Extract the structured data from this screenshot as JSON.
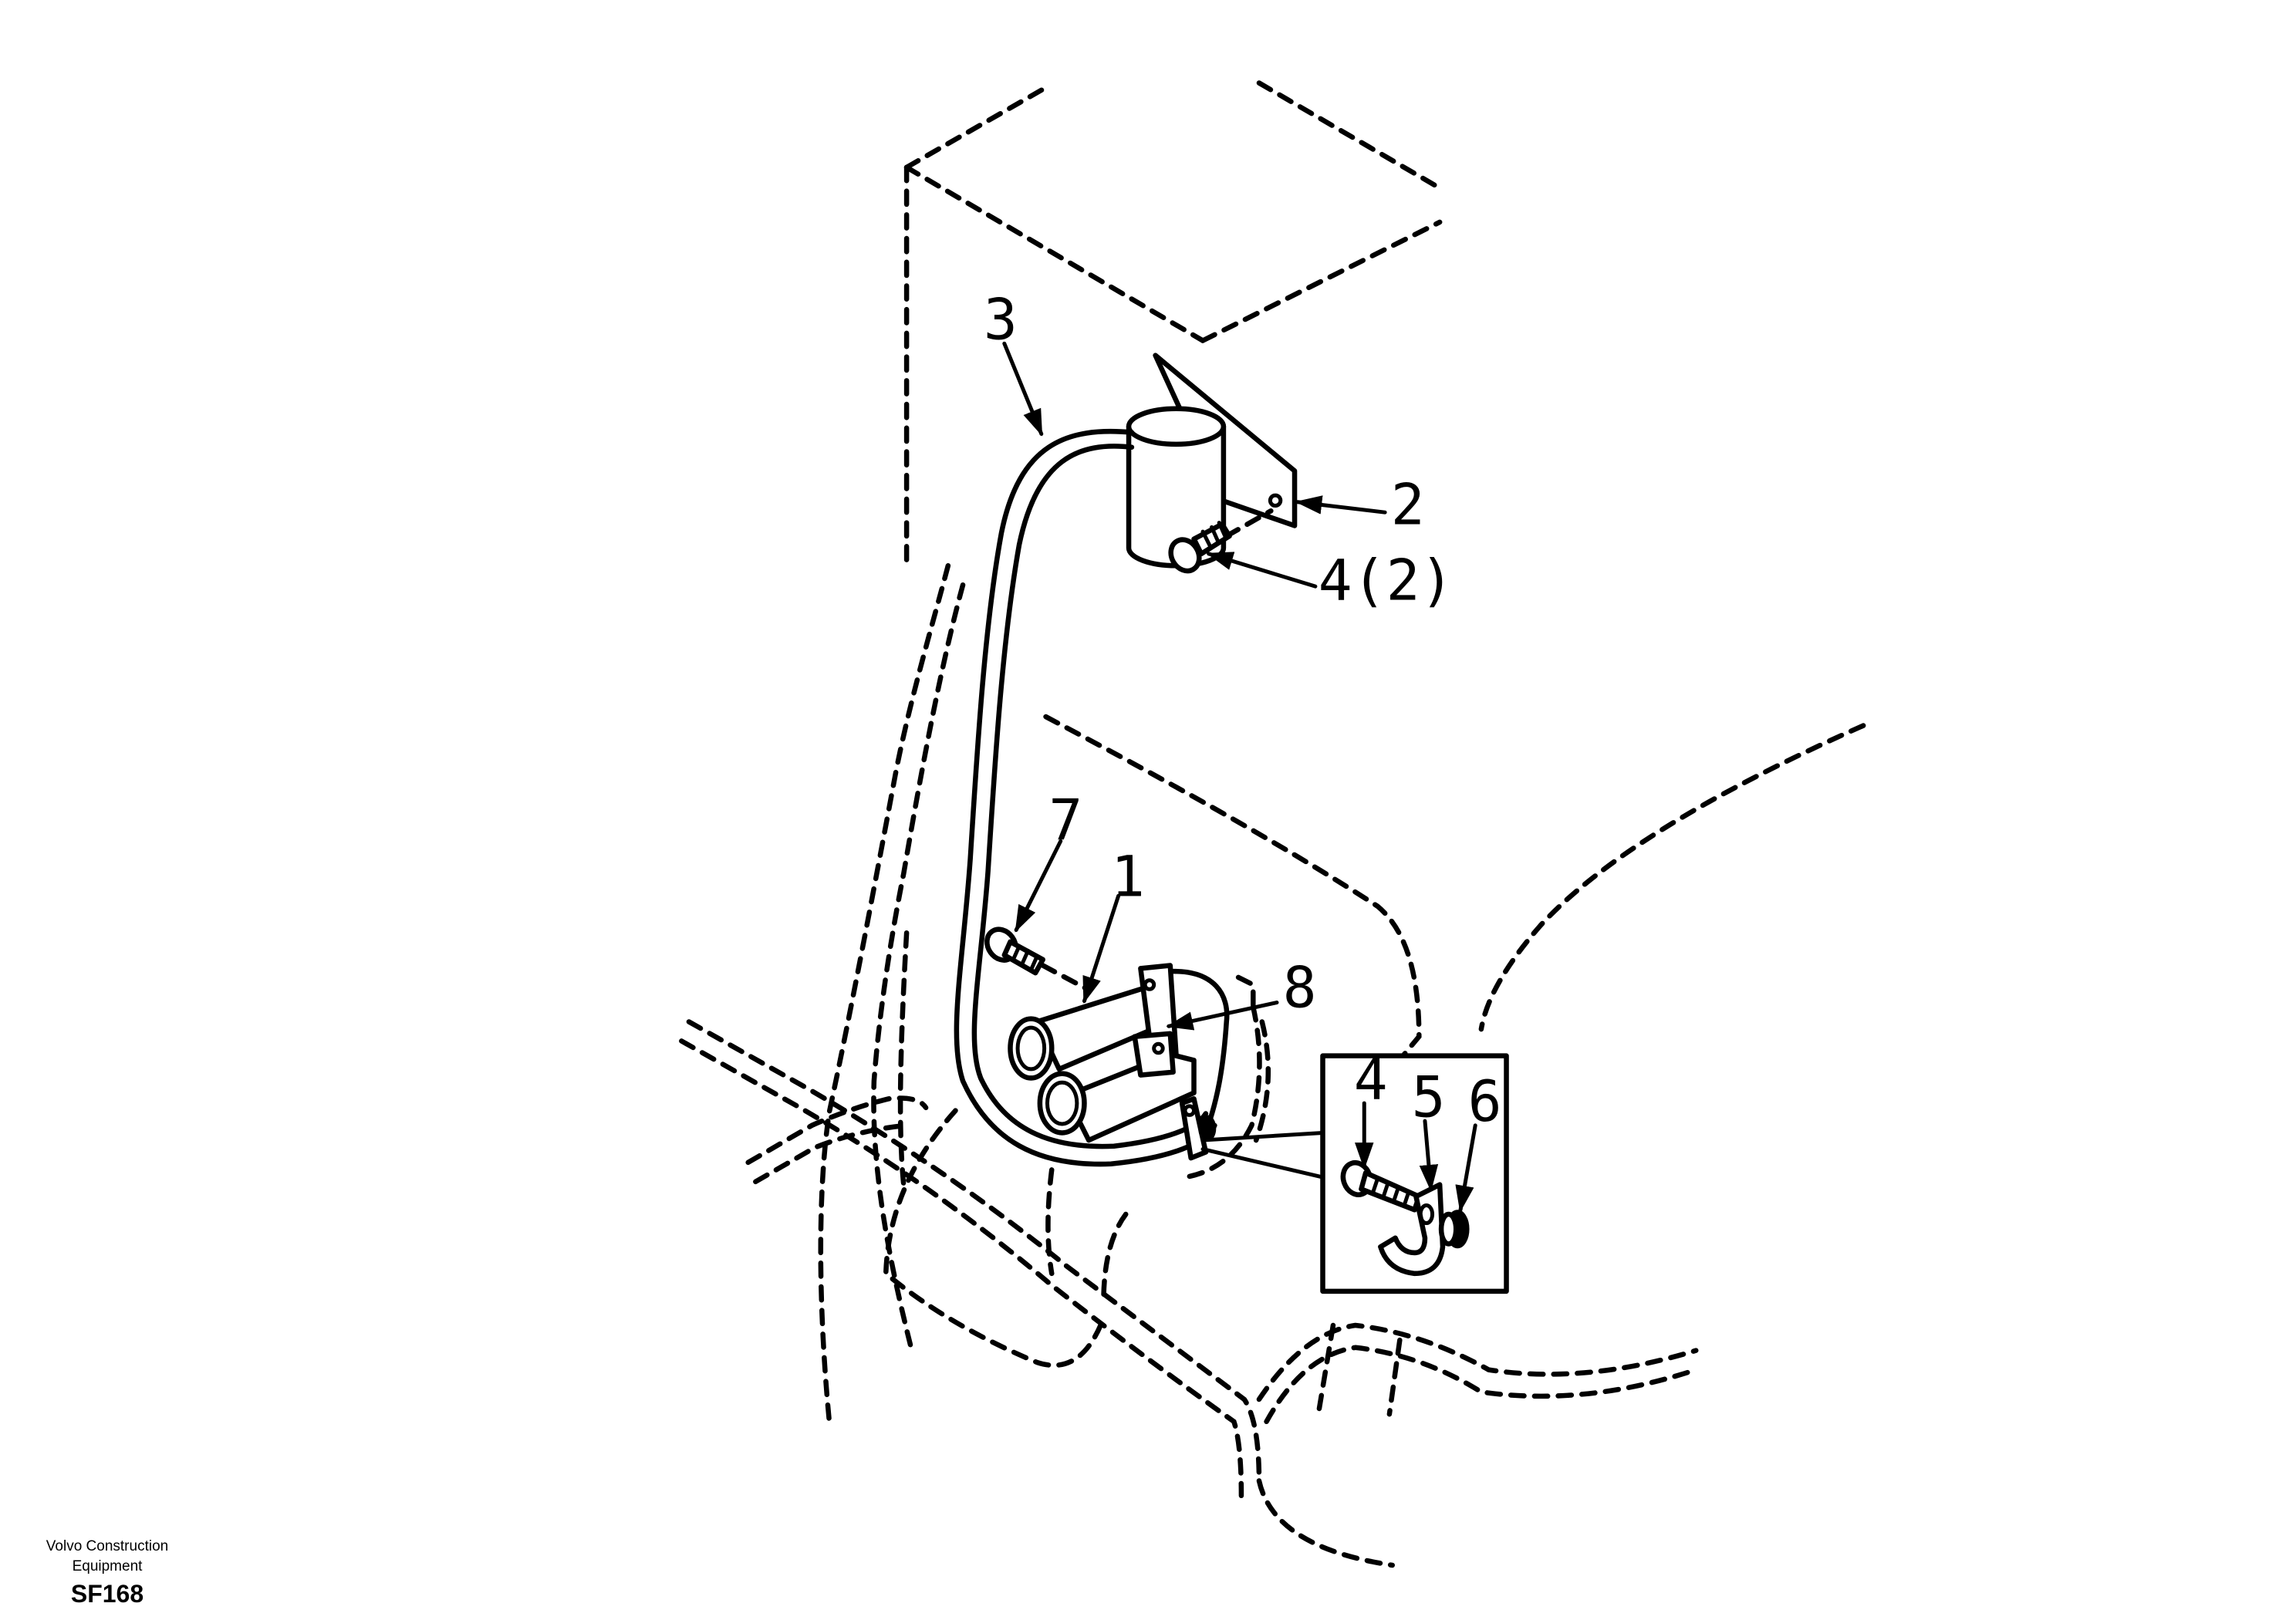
{
  "callouts": {
    "c1": "1",
    "c2": "2",
    "c3": "3",
    "c4": "4(2)",
    "c7": "7",
    "c8": "8",
    "d4": "4",
    "d5": "5",
    "d6": "6"
  },
  "footer": {
    "company_line1": "Volvo Construction",
    "company_line2": "Equipment",
    "code": "SF168"
  },
  "icons": [
    "horn-icon",
    "bolt-icon",
    "clamp-icon",
    "washer-icon",
    "bracket-icon"
  ]
}
